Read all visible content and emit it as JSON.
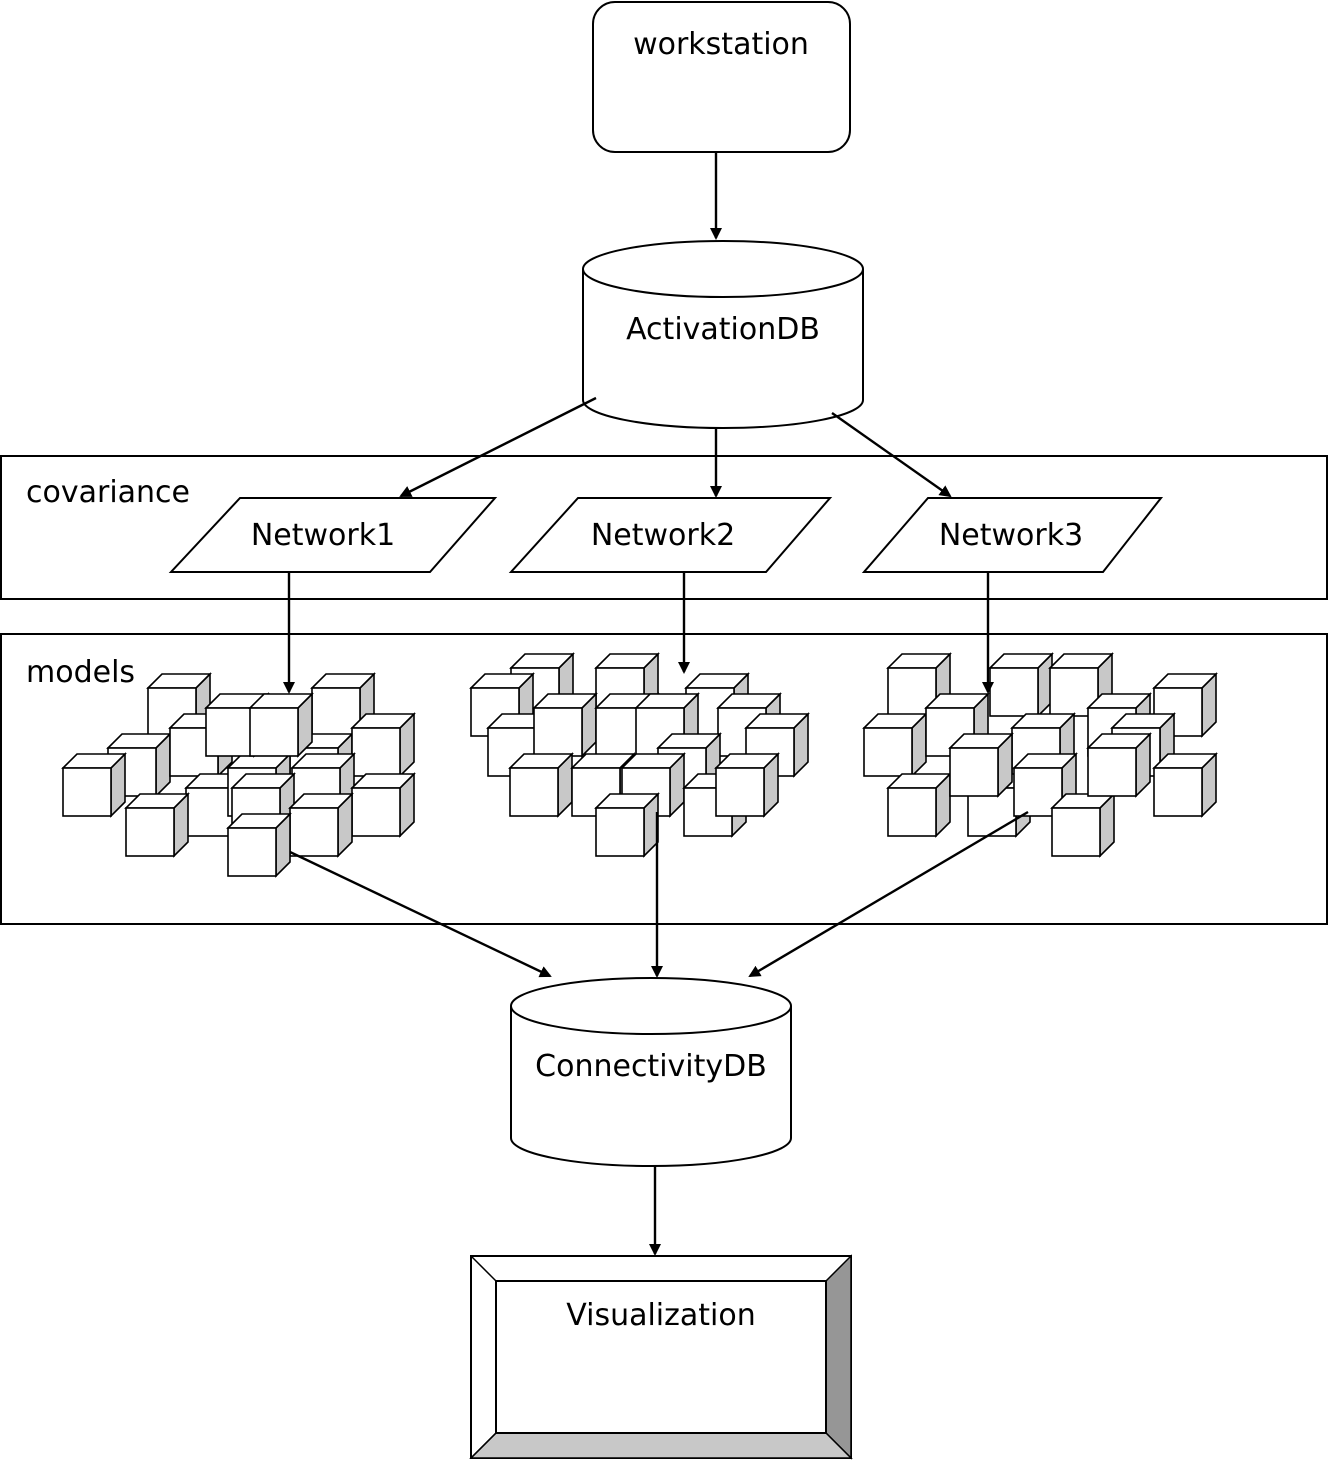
{
  "nodes": {
    "workstation": "workstation",
    "activation_db": "ActivationDB",
    "network1": "Network1",
    "network2": "Network2",
    "network3": "Network3",
    "connectivity_db": "ConnectivityDB",
    "visualization": "Visualization"
  },
  "groups": {
    "covariance": "covariance",
    "models": "models"
  },
  "edges": [
    {
      "from": "workstation",
      "to": "activation_db"
    },
    {
      "from": "activation_db",
      "to": "network1"
    },
    {
      "from": "activation_db",
      "to": "network2"
    },
    {
      "from": "activation_db",
      "to": "network3"
    },
    {
      "from": "network1",
      "to": "model_cluster_1"
    },
    {
      "from": "network2",
      "to": "model_cluster_2"
    },
    {
      "from": "network3",
      "to": "model_cluster_3"
    },
    {
      "from": "model_cluster_1",
      "to": "connectivity_db"
    },
    {
      "from": "model_cluster_2",
      "to": "connectivity_db"
    },
    {
      "from": "model_cluster_3",
      "to": "connectivity_db"
    },
    {
      "from": "connectivity_db",
      "to": "visualization"
    }
  ]
}
